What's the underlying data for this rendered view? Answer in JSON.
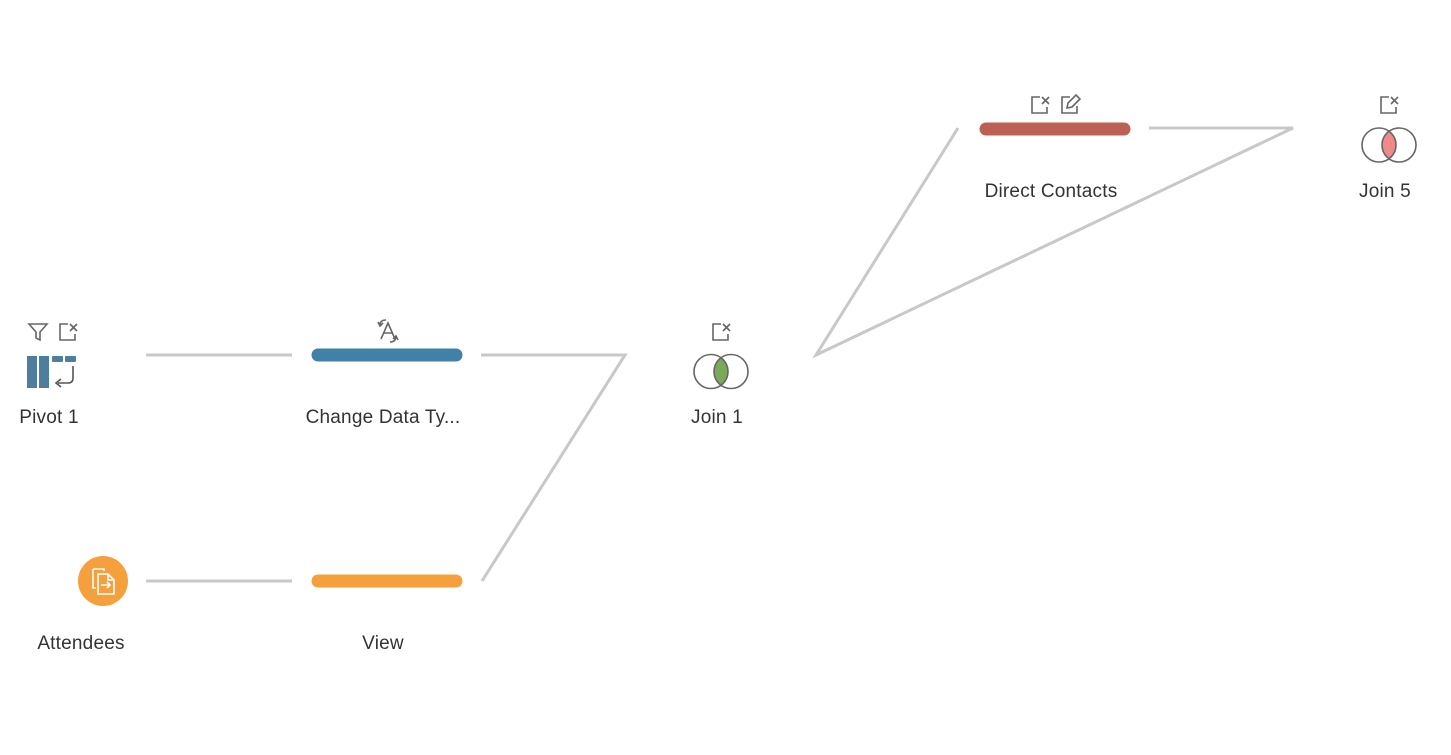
{
  "flow": {
    "nodes": {
      "pivot1": {
        "label": "Pivot 1",
        "icons": [
          "filter-icon",
          "remove-field-icon",
          "pivot-icon"
        ]
      },
      "change_data_type": {
        "label": "Change Data Ty...",
        "color": "#4180a7",
        "icons": [
          "change-type-icon"
        ]
      },
      "attendees": {
        "label": "Attendees",
        "color": "#f5a03c",
        "icons": [
          "input-file-icon"
        ]
      },
      "view": {
        "label": "View",
        "color": "#f5a03c"
      },
      "join1": {
        "label": "Join 1",
        "join_color": "#7aa95c",
        "icons": [
          "remove-field-icon",
          "inner-join-icon"
        ]
      },
      "direct_contacts": {
        "label": "Direct Contacts",
        "color": "#bb6052",
        "icons": [
          "remove-field-icon",
          "rename-field-icon"
        ]
      },
      "join5": {
        "label": "Join 5",
        "join_color": "#f08a8a",
        "icons": [
          "remove-field-icon",
          "inner-join-icon"
        ]
      }
    },
    "connector_color": "#c8c8c8",
    "icon_color": "#666666"
  }
}
